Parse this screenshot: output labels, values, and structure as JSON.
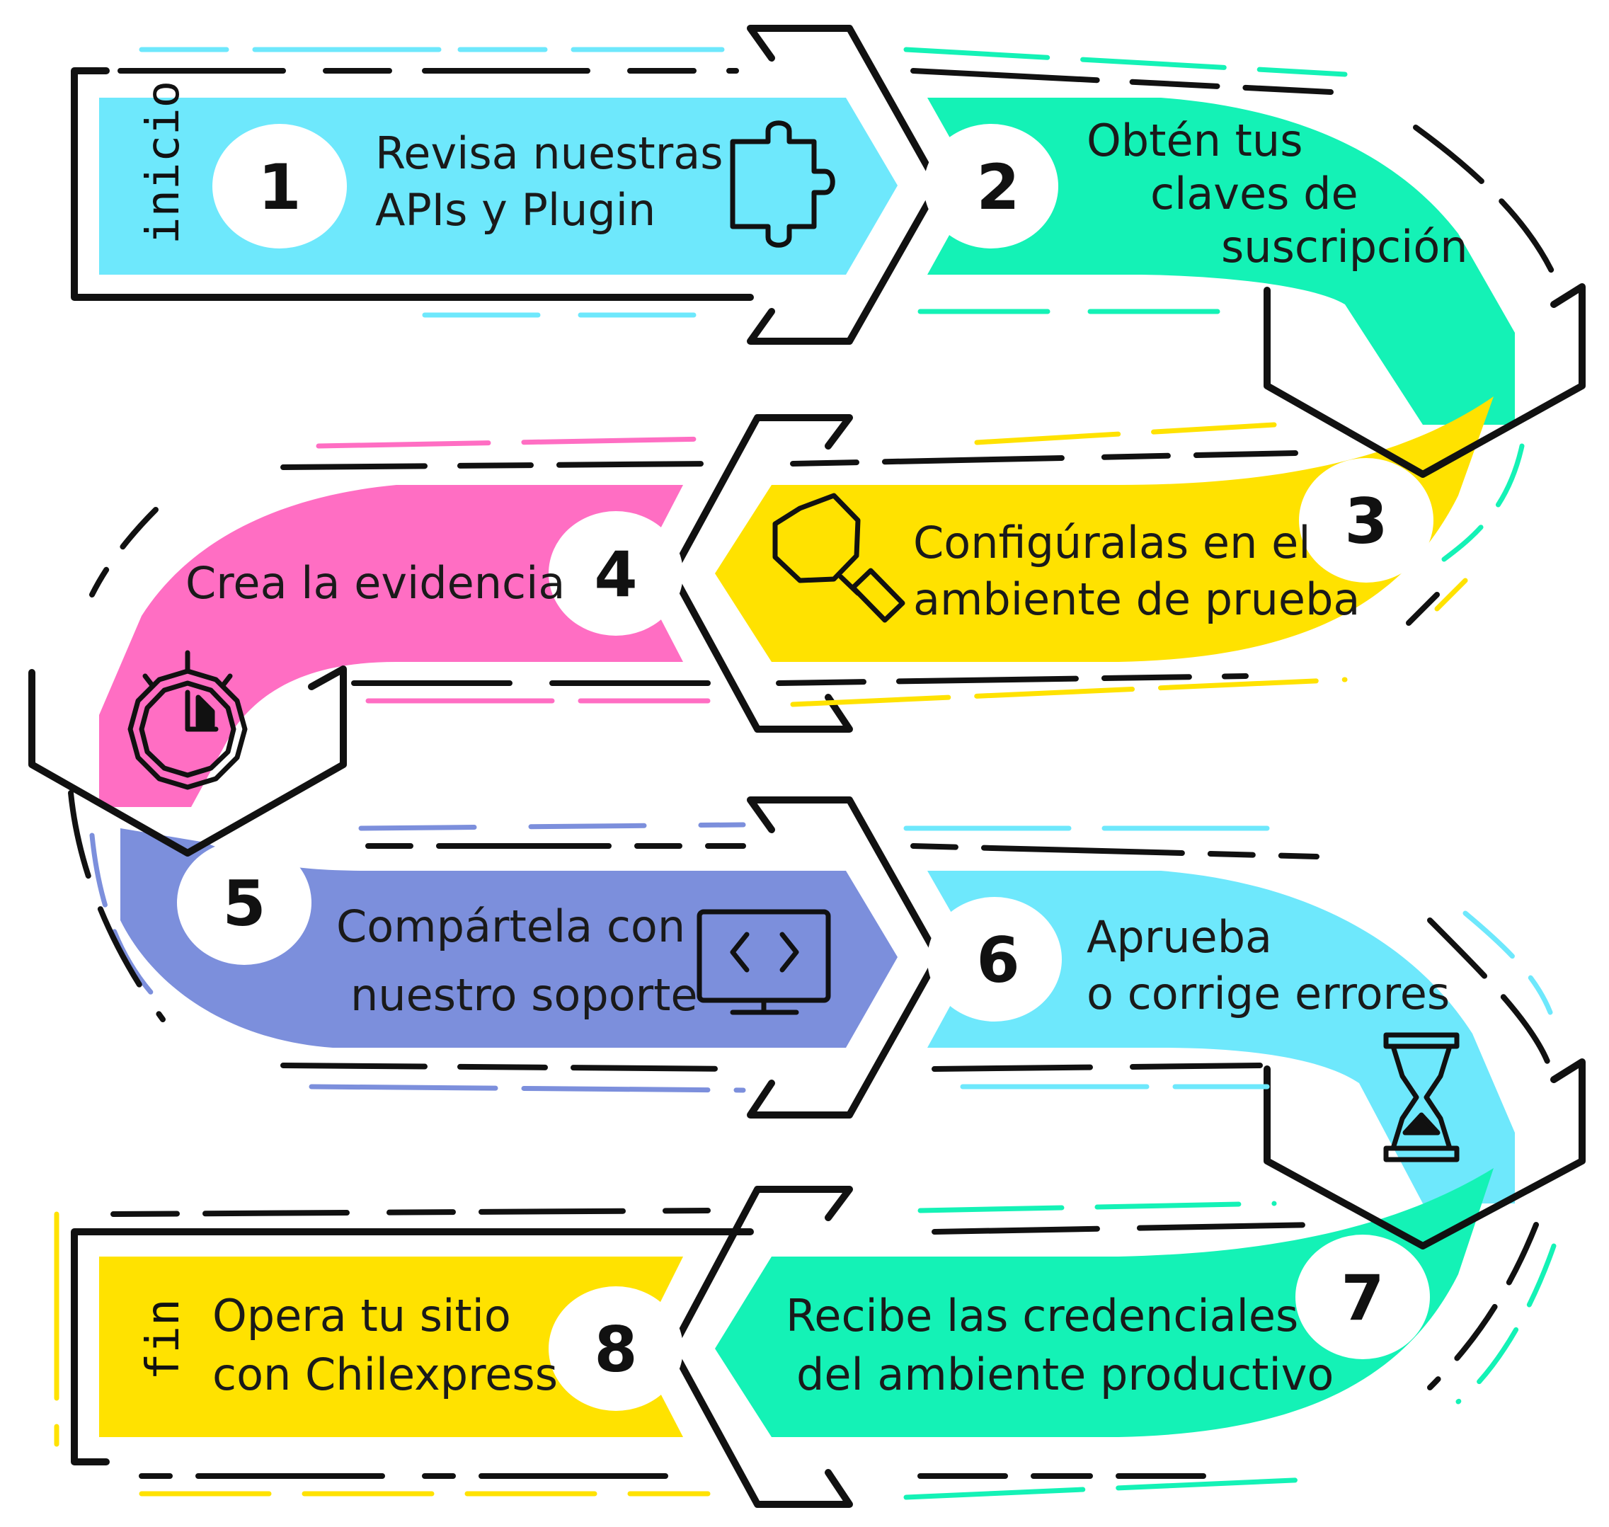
{
  "title": "",
  "start_label": "inicio",
  "end_label": "fin",
  "colors": {
    "cyan": "#6ee8fc",
    "green": "#14f2b6",
    "yellow": "#ffe200",
    "pink": "#ff6ec3",
    "periwinkle": "#7c8fdc",
    "outline": "#111111"
  },
  "steps": [
    {
      "number": "1",
      "lines": [
        "Revisa  nuestras",
        "APIs y Plugin"
      ],
      "icon": "puzzle-icon",
      "color": "cyan"
    },
    {
      "number": "2",
      "lines": [
        "Obtén tus",
        "claves  de",
        "suscripción"
      ],
      "icon": "",
      "color": "green"
    },
    {
      "number": "3",
      "lines": [
        "Configúralas en el",
        "ambiente de prueba"
      ],
      "icon": "magnifier-icon",
      "color": "yellow"
    },
    {
      "number": "4",
      "lines": [
        "Crea la evidencia"
      ],
      "icon": "stopwatch-icon",
      "color": "pink"
    },
    {
      "number": "5",
      "lines": [
        "Compártela con",
        "nuestro soporte"
      ],
      "icon": "code-monitor-icon",
      "color": "periwinkle"
    },
    {
      "number": "6",
      "lines": [
        "Aprueba",
        "o corrige errores"
      ],
      "icon": "hourglass-icon",
      "color": "cyan"
    },
    {
      "number": "7",
      "lines": [
        "Recibe las credenciales",
        "del ambiente productivo"
      ],
      "icon": "",
      "color": "green"
    },
    {
      "number": "8",
      "lines": [
        "Opera tu sitio",
        "con Chilexpress"
      ],
      "icon": "",
      "color": "yellow"
    }
  ]
}
